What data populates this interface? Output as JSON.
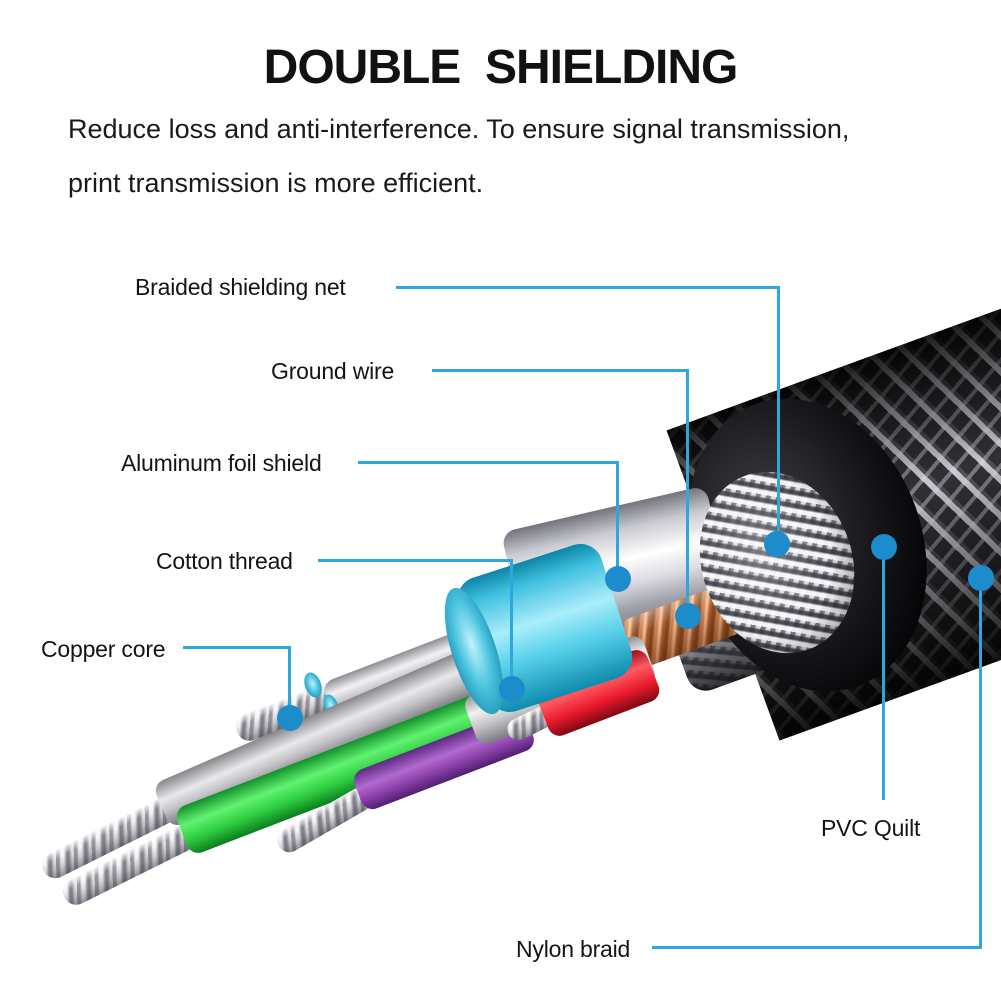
{
  "header": {
    "title": "DOUBLE  SHIELDING",
    "description_line1": "Reduce loss and anti-interference. To ensure signal transmission,",
    "description_line2": "print transmission is more efficient."
  },
  "callouts": [
    {
      "id": "braided-shielding-net",
      "label": "Braided shielding net"
    },
    {
      "id": "ground-wire",
      "label": "Ground wire"
    },
    {
      "id": "aluminum-foil-shield",
      "label": "Aluminum foil shield"
    },
    {
      "id": "cotton-thread",
      "label": "Cotton thread"
    },
    {
      "id": "copper-core",
      "label": "Copper core"
    },
    {
      "id": "pvc-quilt",
      "label": "PVC Quilt"
    },
    {
      "id": "nylon-braid",
      "label": "Nylon braid"
    }
  ],
  "colors": {
    "callout_line": "#2ea7dc",
    "callout_dot": "#1d8ccd",
    "nylon_braid": "#1a1a1e",
    "pvc_ring": "#0b0b0e",
    "braided_mesh": "#b9b9c2",
    "copper_strands": "#c0784a",
    "aluminum_foil": "#d9d9df",
    "cotton_jacket_cyan": "#56cfe9",
    "wire_gray": "#c6c6cb",
    "wire_yellow": "#f0c41c",
    "wire_green": "#2ed344",
    "wire_purple": "#8f3fb0",
    "wire_red": "#ec1c2e",
    "core_silver": "#d7d7dc"
  }
}
